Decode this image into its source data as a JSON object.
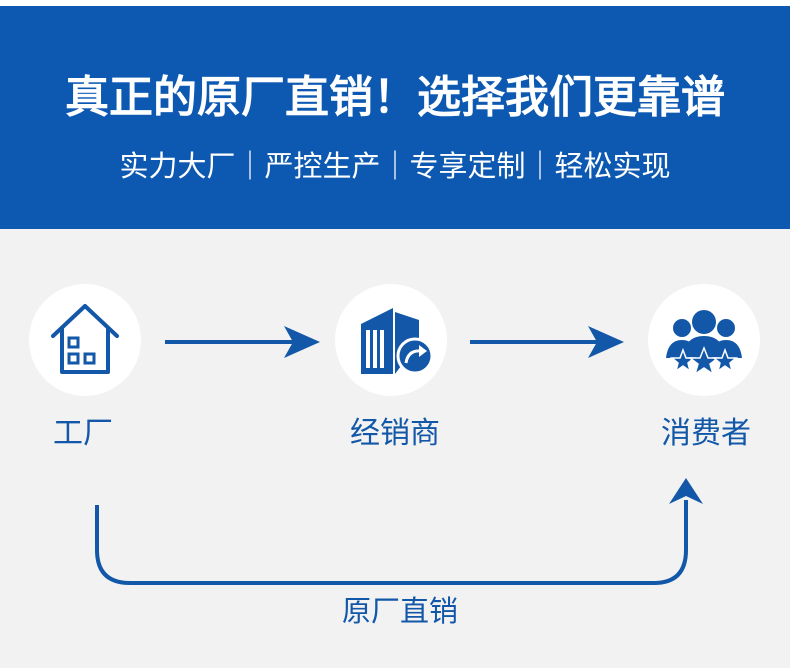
{
  "banner": {
    "headline": "真正的原厂直销！选择我们更靠谱",
    "subline": "实力大厂｜严控生产｜专享定制｜轻松实现",
    "background_color": "#0d59b2"
  },
  "nodes": [
    {
      "icon": "house-icon",
      "label": "工厂"
    },
    {
      "icon": "office-building-icon",
      "label": "经销商"
    },
    {
      "icon": "people-stars-icon",
      "label": "消费者"
    }
  ],
  "direct_route_label": "原厂直销",
  "accent_color": "#1257a8"
}
